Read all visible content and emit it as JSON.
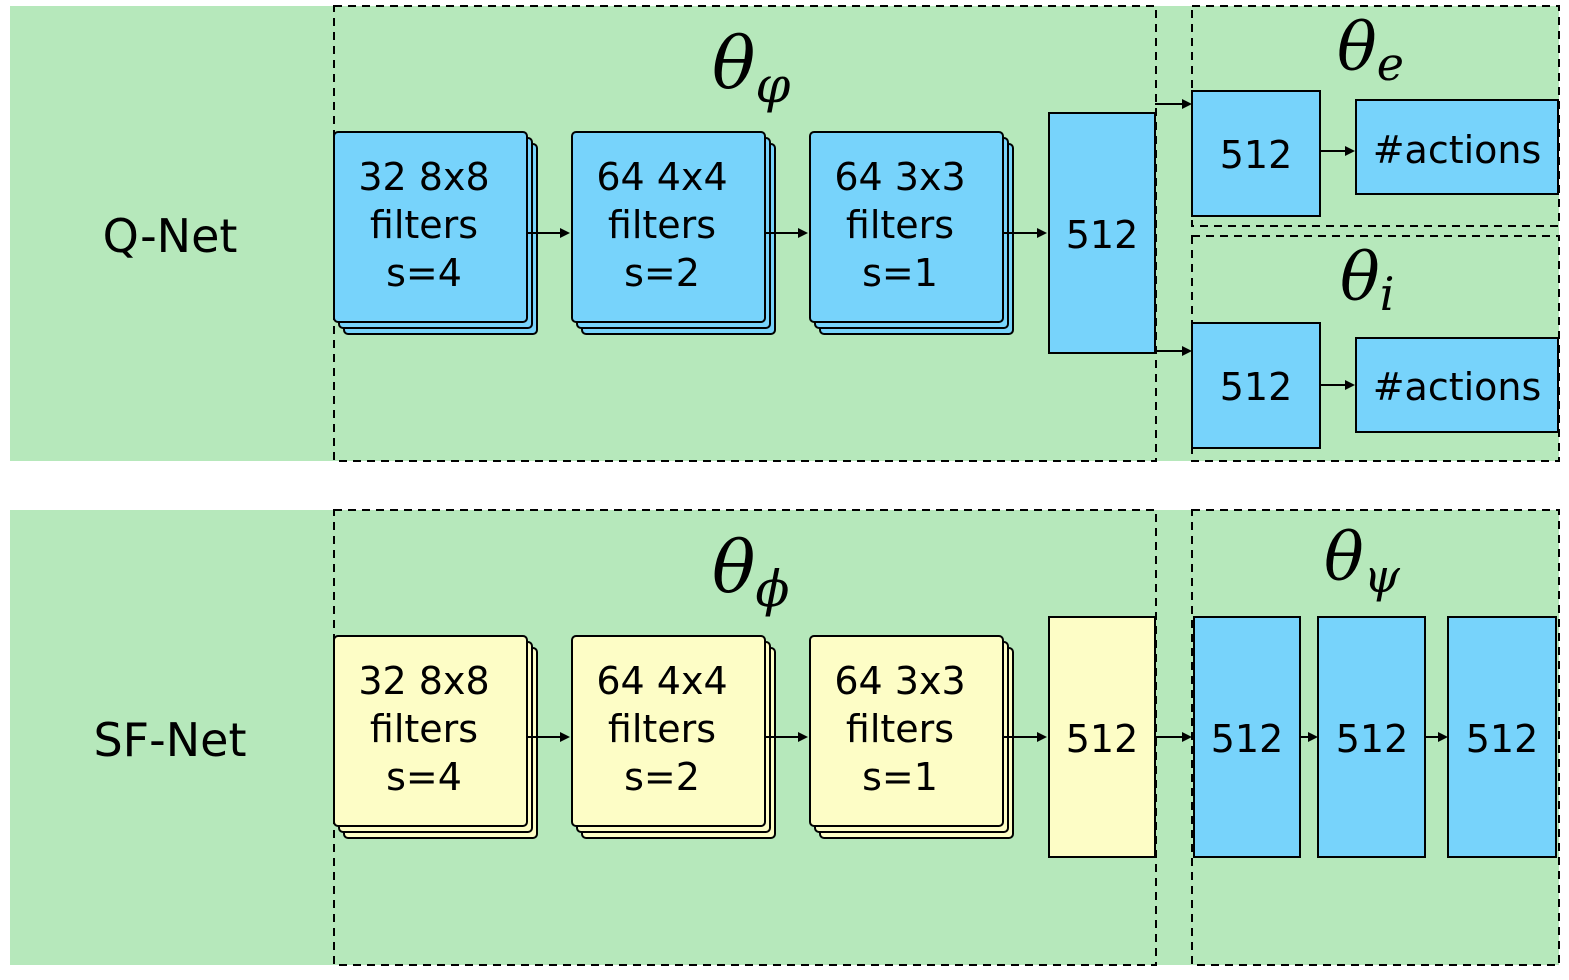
{
  "qnet": {
    "label": "Q-Net",
    "phi_group": {
      "theta": "θ",
      "sub": "φ"
    },
    "conv1": {
      "line1": "32 8x8",
      "line2": "filters",
      "line3": "s=4"
    },
    "conv2": {
      "line1": "64 4x4",
      "line2": "filters",
      "line3": "s=2"
    },
    "conv3": {
      "line1": "64 3x3",
      "line2": "filters",
      "line3": "s=1"
    },
    "fc": "512",
    "e_group": {
      "theta": "θ",
      "sub": "e",
      "fc": "512",
      "out": "#actions"
    },
    "i_group": {
      "theta": "θ",
      "sub": "i",
      "fc": "512",
      "out": "#actions"
    }
  },
  "sfnet": {
    "label": "SF-Net",
    "phi_group": {
      "theta": "θ",
      "sub": "ϕ"
    },
    "conv1": {
      "line1": "32 8x8",
      "line2": "filters",
      "line3": "s=4"
    },
    "conv2": {
      "line1": "64 4x4",
      "line2": "filters",
      "line3": "s=2"
    },
    "conv3": {
      "line1": "64 3x3",
      "line2": "filters",
      "line3": "s=1"
    },
    "fc": "512",
    "psi_group": {
      "theta": "θ",
      "sub": "ψ",
      "fc1": "512",
      "fc2": "512",
      "fc3": "512"
    }
  },
  "colors": {
    "panel": "#b6e8bb",
    "blue_block": "#77d3fb",
    "yellow_block": "#fdfdc6",
    "stroke": "#1a1a1a"
  }
}
